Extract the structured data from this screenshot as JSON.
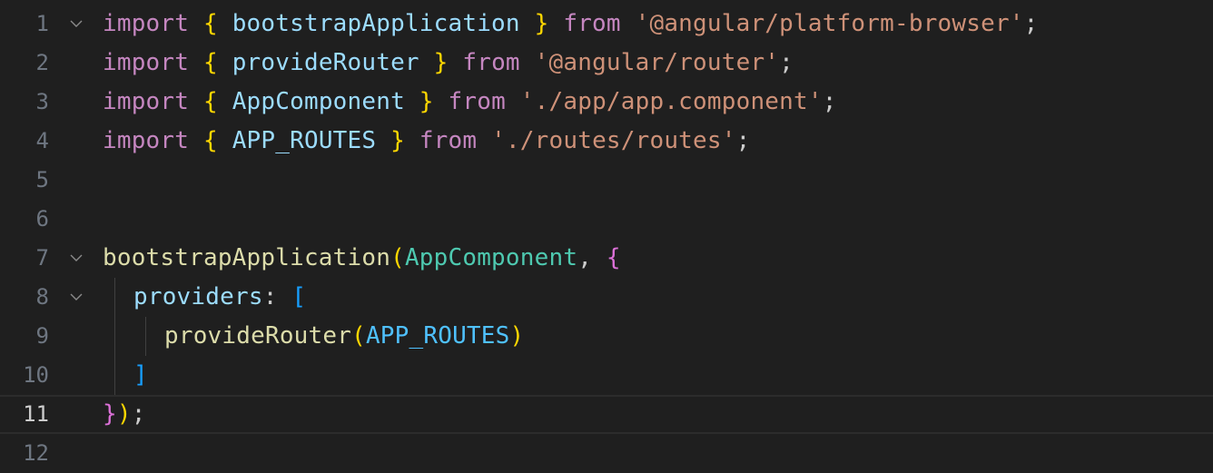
{
  "editor": {
    "lines": [
      {
        "number": "1",
        "foldable": true,
        "tokens": [
          {
            "text": "import",
            "type": "kw"
          },
          {
            "text": " ",
            "type": "punc"
          },
          {
            "text": "{",
            "type": "br1"
          },
          {
            "text": " bootstrapApplication ",
            "type": "var"
          },
          {
            "text": "}",
            "type": "br1"
          },
          {
            "text": " ",
            "type": "punc"
          },
          {
            "text": "from",
            "type": "kw"
          },
          {
            "text": " ",
            "type": "punc"
          },
          {
            "text": "'@angular/platform-browser'",
            "type": "str"
          },
          {
            "text": ";",
            "type": "punc"
          }
        ]
      },
      {
        "number": "2",
        "foldable": false,
        "tokens": [
          {
            "text": "import",
            "type": "kw"
          },
          {
            "text": " ",
            "type": "punc"
          },
          {
            "text": "{",
            "type": "br1"
          },
          {
            "text": " provideRouter ",
            "type": "var"
          },
          {
            "text": "}",
            "type": "br1"
          },
          {
            "text": " ",
            "type": "punc"
          },
          {
            "text": "from",
            "type": "kw"
          },
          {
            "text": " ",
            "type": "punc"
          },
          {
            "text": "'@angular/router'",
            "type": "str"
          },
          {
            "text": ";",
            "type": "punc"
          }
        ]
      },
      {
        "number": "3",
        "foldable": false,
        "tokens": [
          {
            "text": "import",
            "type": "kw"
          },
          {
            "text": " ",
            "type": "punc"
          },
          {
            "text": "{",
            "type": "br1"
          },
          {
            "text": " AppComponent ",
            "type": "var"
          },
          {
            "text": "}",
            "type": "br1"
          },
          {
            "text": " ",
            "type": "punc"
          },
          {
            "text": "from",
            "type": "kw"
          },
          {
            "text": " ",
            "type": "punc"
          },
          {
            "text": "'./app/app.component'",
            "type": "str"
          },
          {
            "text": ";",
            "type": "punc"
          }
        ]
      },
      {
        "number": "4",
        "foldable": false,
        "tokens": [
          {
            "text": "import",
            "type": "kw"
          },
          {
            "text": " ",
            "type": "punc"
          },
          {
            "text": "{",
            "type": "br1"
          },
          {
            "text": " APP_ROUTES ",
            "type": "var"
          },
          {
            "text": "}",
            "type": "br1"
          },
          {
            "text": " ",
            "type": "punc"
          },
          {
            "text": "from",
            "type": "kw"
          },
          {
            "text": " ",
            "type": "punc"
          },
          {
            "text": "'./routes/routes'",
            "type": "str"
          },
          {
            "text": ";",
            "type": "punc"
          }
        ]
      },
      {
        "number": "5",
        "foldable": false,
        "tokens": []
      },
      {
        "number": "6",
        "foldable": false,
        "tokens": []
      },
      {
        "number": "7",
        "foldable": true,
        "tokens": [
          {
            "text": "bootstrapApplication",
            "type": "fn"
          },
          {
            "text": "(",
            "type": "br1"
          },
          {
            "text": "AppComponent",
            "type": "cls"
          },
          {
            "text": ", ",
            "type": "punc"
          },
          {
            "text": "{",
            "type": "br2"
          }
        ]
      },
      {
        "number": "8",
        "foldable": true,
        "indent": 1,
        "tokens": [
          {
            "text": "providers",
            "type": "var"
          },
          {
            "text": ": ",
            "type": "punc"
          },
          {
            "text": "[",
            "type": "br3"
          }
        ]
      },
      {
        "number": "9",
        "foldable": false,
        "indent": 2,
        "tokens": [
          {
            "text": "provideRouter",
            "type": "fn"
          },
          {
            "text": "(",
            "type": "br1"
          },
          {
            "text": "APP_ROUTES",
            "type": "const"
          },
          {
            "text": ")",
            "type": "br1"
          }
        ]
      },
      {
        "number": "10",
        "foldable": false,
        "indent": 1,
        "tokens": [
          {
            "text": "]",
            "type": "br3"
          }
        ]
      },
      {
        "number": "11",
        "foldable": false,
        "current": true,
        "tokens": [
          {
            "text": "}",
            "type": "br2"
          },
          {
            "text": ")",
            "type": "br1"
          },
          {
            "text": ";",
            "type": "punc"
          }
        ]
      },
      {
        "number": "12",
        "foldable": false,
        "tokens": []
      }
    ]
  }
}
